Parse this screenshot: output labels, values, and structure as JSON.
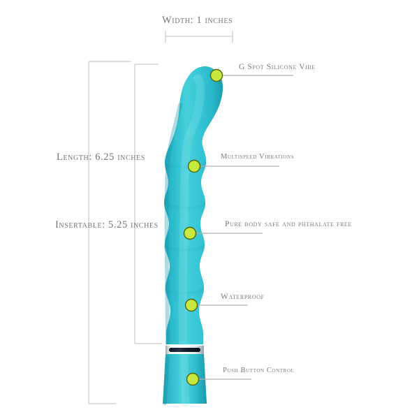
{
  "background_color": "#ffffff",
  "product": {
    "body_color": "#2ec4d4",
    "body_color_light": "#5fd6e2",
    "body_color_dark": "#1fa9ba",
    "band_color": "#e8ecee",
    "band_inner_color": "#1b2430",
    "marker_fill": "#c6e83f",
    "marker_stroke": "#5c6b16"
  },
  "dimensions": {
    "width_label": "Width: 1 inches",
    "length_label": "Length: 6.25 inches",
    "insertable_label": "Insertable: 5.25 inches",
    "line_color": "#bcbcbc",
    "text_color": "#767676"
  },
  "callouts": [
    {
      "id": "g-spot-silicone-vibe",
      "label": "G Spot Silicone Vibe"
    },
    {
      "id": "multispeed-vibrations",
      "label": "Multispeed Vibrations"
    },
    {
      "id": "pure-body-safe-and-phthalate-free",
      "label": "Pure body safe and phthalate free"
    },
    {
      "id": "waterproof",
      "label": "Waterproof"
    },
    {
      "id": "push-button-control",
      "label": "Push Button Control"
    }
  ]
}
